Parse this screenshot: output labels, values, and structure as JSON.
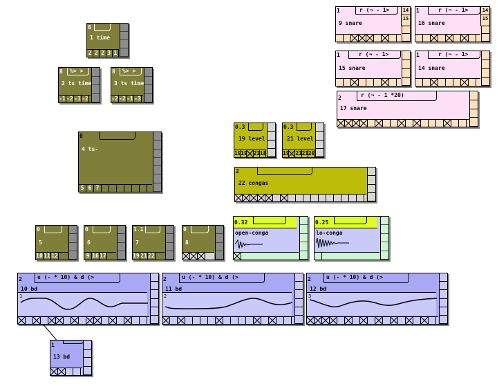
{
  "top_time": {
    "value": "8",
    "name": "1 time",
    "cells": [
      "2",
      "2",
      "2",
      "3",
      "1"
    ]
  },
  "ts_time_2": {
    "value": "8",
    "tab": "%> >",
    "name": "2 ts time",
    "cells": [
      "-1",
      "-2",
      "-1",
      "-2"
    ]
  },
  "ts_time_3": {
    "value": "8",
    "tab": "%> >",
    "name": "3 ts time",
    "cells": [
      "-2",
      "-2",
      "-1",
      "-3"
    ]
  },
  "ts": {
    "value": "0",
    "name": "4 ts-",
    "cells": [
      "5",
      "6",
      "7"
    ]
  },
  "level19": {
    "value": "0.3",
    "name": "19 level",
    "cells": [
      "19",
      "19",
      "",
      "21",
      "18"
    ]
  },
  "level21": {
    "value": "0.3",
    "name": "21 level",
    "cells": [
      "19",
      "",
      "21",
      "21",
      "20"
    ]
  },
  "congas": {
    "value": "2",
    "name": "22 congas"
  },
  "n5": {
    "value": "0",
    "name": "5",
    "cells": [
      "10",
      "11",
      "12"
    ]
  },
  "n6": {
    "value": "0",
    "name": "6",
    "cells": [
      "9",
      "16",
      "17"
    ]
  },
  "n7": {
    "value": "1.1",
    "name": "7",
    "cells": [
      "19",
      "21",
      "22"
    ]
  },
  "n8": {
    "value": "0",
    "name": "8"
  },
  "open_conga": {
    "value": "0.32",
    "name": "open-conga"
  },
  "lo_conga": {
    "value": "0.25",
    "name": "lo-conga"
  },
  "snare9": {
    "value": "1",
    "expr": "r (¬ - 1>",
    "name": "9 snare",
    "side": [
      "14",
      "15"
    ]
  },
  "snare16": {
    "value": "1",
    "expr": "r (¬ - 1>",
    "name": "16 snare",
    "side": [
      "14",
      "15"
    ]
  },
  "snare15": {
    "value": "1",
    "expr": "r (¬ - 1>",
    "name": "15 snare"
  },
  "snare14": {
    "value": "1",
    "expr": "r (¬ - 1>",
    "name": "14 snare"
  },
  "snare17": {
    "value": "2",
    "expr": "r (¬ - 1 *20)",
    "name": "17 snare"
  },
  "bd10": {
    "value": "2",
    "expr": "u (- * 10) & d (>",
    "name": "10 bd",
    "index": "1"
  },
  "bd11": {
    "value": "2",
    "expr": "u (- * 10) & d (>",
    "name": "11 bd",
    "index": "2"
  },
  "bd12": {
    "value": "2",
    "expr": "u (- * 10) & d (>",
    "name": "12 bd",
    "index": "3"
  },
  "bd13": {
    "value": "1",
    "name": "13 bd"
  },
  "colors": {
    "olive": "#7f7f3a",
    "yellow": "#bdbd09",
    "lime": "#dfff22",
    "pink": "#fde0f6",
    "peach": "#fde0c0",
    "blue": "#a8a8f4",
    "green": "#cdf5d2"
  }
}
